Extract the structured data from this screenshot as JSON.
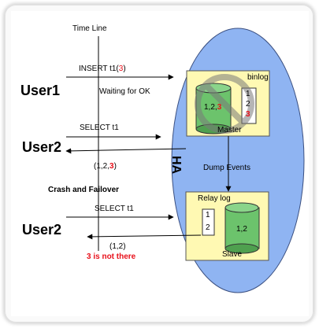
{
  "timeline_label": "Time Line",
  "ha_label": "HA",
  "users": {
    "user1": "User1",
    "user2_first": "User2",
    "user2_second": "User2"
  },
  "insert": {
    "prefix": "INSERT t1(",
    "value": "3",
    "suffix": ")"
  },
  "waiting_label": "Waiting for OK",
  "select_first": "SELECT t1",
  "result_first": {
    "prefix": "(1,2,",
    "value": "3",
    "suffix": ")"
  },
  "crash_label": "Crash and Failover",
  "select_second": "SELECT t1",
  "result_second": "(1,2)",
  "not_there_label": "3 is not there",
  "dump_events_label": "Dump Events",
  "master": {
    "label": "Master",
    "binlog_label": "binlog",
    "db_values_prefix": "1,2,",
    "db_values_new": "3",
    "binlog_entries": [
      "1",
      "2",
      "3"
    ],
    "prohibited_icon": "prohibited-icon"
  },
  "slave": {
    "label": "Slave",
    "relay_log_label": "Relay log",
    "db_values": "1,2",
    "relay_entries": [
      "1",
      "2"
    ]
  },
  "colors": {
    "ha_ellipse": "#8fb4f2",
    "box_fill": "#fff9b3",
    "db_green": "#6cc36c",
    "highlight_red": "#e8101a"
  }
}
